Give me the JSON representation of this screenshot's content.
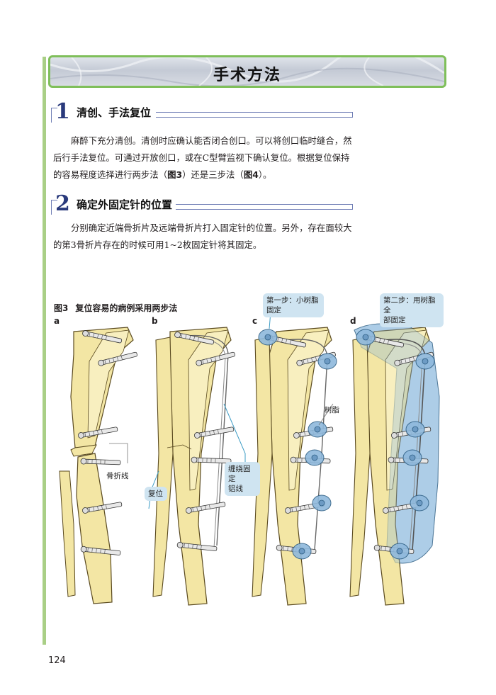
{
  "title": "手术方法",
  "sections": [
    {
      "number": "1",
      "title": "清创、手法复位",
      "paragraph_parts": [
        "麻醉下充分清创。清创时应确认能否闭合创口。可以将创口临时缝合，然后行手法复位。可通过开放创口，或在C型臂监视下确认复位。根据复位保持的容易程度选择进行两步法（",
        "图3",
        "）还是三步法（",
        "图4",
        "）。"
      ]
    },
    {
      "number": "2",
      "title": "确定外固定针的位置",
      "paragraph": "分别确定近端骨折片及远端骨折片打入固定针的位置。另外，存在面较大的第3骨折片存在的时候可用1~2枚固定针将其固定。"
    }
  ],
  "figure": {
    "number": "图3",
    "caption": "复位容易的病例采用两步法",
    "panels": [
      "a",
      "b",
      "c",
      "d"
    ],
    "labels": {
      "fracture_line": "骨折线",
      "reduction": "复位",
      "wire": "缠绕固定\n铝线",
      "resin": "树脂",
      "step1": "第一步：小树脂\n固定",
      "step2": "第二步：用树脂全\n部固定"
    }
  },
  "page_number": "124",
  "colors": {
    "bone": "#f3e6a4",
    "bone_outline": "#5a4a20",
    "resin": "#8fb9dc",
    "callout": "#cfe4f1",
    "accent_green": "#7fbf5a",
    "heading_blue": "#2a3a7c"
  }
}
